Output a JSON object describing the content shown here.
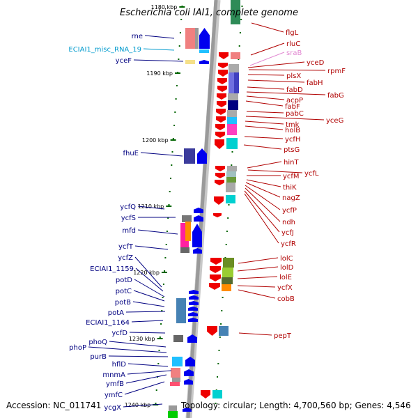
{
  "title": "Escherichia coli IAI1, complete genome",
  "footer": {
    "accession": "Accession: NC_011741",
    "summary": "Topology: circular; Length: 4,700,560 bp; Genes: 4,546"
  },
  "colors": {
    "left_label": "#000080",
    "right_label": "#b00000",
    "ncrna_label": "#009acd",
    "srna_label": "#e28ad2",
    "axis": "#9a9a9a",
    "tick": "#006400"
  },
  "scale_labels": [
    {
      "text": "1180 kbp",
      "faint": true
    },
    {
      "text": "1190 kbp"
    },
    {
      "text": "1200 kbp"
    },
    {
      "text": "1210 kbp"
    },
    {
      "text": "1220 kbp"
    },
    {
      "text": "1230 kbp"
    },
    {
      "text": "1240 kbp"
    }
  ],
  "left_genes": [
    {
      "name": "rne"
    },
    {
      "name": "ECIAI1_misc_RNA_19",
      "kind": "ncrna"
    },
    {
      "name": "yceF"
    },
    {
      "name": "fhuE"
    },
    {
      "name": "ycfQ"
    },
    {
      "name": "ycfS"
    },
    {
      "name": "mfd"
    },
    {
      "name": "ycfT"
    },
    {
      "name": "ycfZ"
    },
    {
      "name": "ECIAI1_1159"
    },
    {
      "name": "potD"
    },
    {
      "name": "potC"
    },
    {
      "name": "potB"
    },
    {
      "name": "potA"
    },
    {
      "name": "ECIAI1_1164"
    },
    {
      "name": "ycfD"
    },
    {
      "name": "phoQ"
    },
    {
      "name": "phoP"
    },
    {
      "name": "purB"
    },
    {
      "name": "hflD"
    },
    {
      "name": "mnmA"
    },
    {
      "name": "ymfB"
    },
    {
      "name": "ymfC"
    },
    {
      "name": "ycgX"
    }
  ],
  "right_genes": [
    {
      "name": "flgL"
    },
    {
      "name": "rluC"
    },
    {
      "name": "sraB",
      "kind": "srna"
    },
    {
      "name": "yceD"
    },
    {
      "name": "rpmF"
    },
    {
      "name": "plsX"
    },
    {
      "name": "fabH"
    },
    {
      "name": "fabD"
    },
    {
      "name": "fabG"
    },
    {
      "name": "acpP"
    },
    {
      "name": "fabF"
    },
    {
      "name": "pabC"
    },
    {
      "name": "yceG"
    },
    {
      "name": "tmk"
    },
    {
      "name": "holB"
    },
    {
      "name": "ycfH"
    },
    {
      "name": "ptsG"
    },
    {
      "name": "hinT"
    },
    {
      "name": "ycfL"
    },
    {
      "name": "ycfM"
    },
    {
      "name": "thiK"
    },
    {
      "name": "nagZ"
    },
    {
      "name": "ycfP"
    },
    {
      "name": "ndh"
    },
    {
      "name": "ycfJ"
    },
    {
      "name": "ycfR"
    },
    {
      "name": "lolC"
    },
    {
      "name": "lolD"
    },
    {
      "name": "lolE"
    },
    {
      "name": "ycfX"
    },
    {
      "name": "cobB"
    },
    {
      "name": "pepT"
    }
  ]
}
